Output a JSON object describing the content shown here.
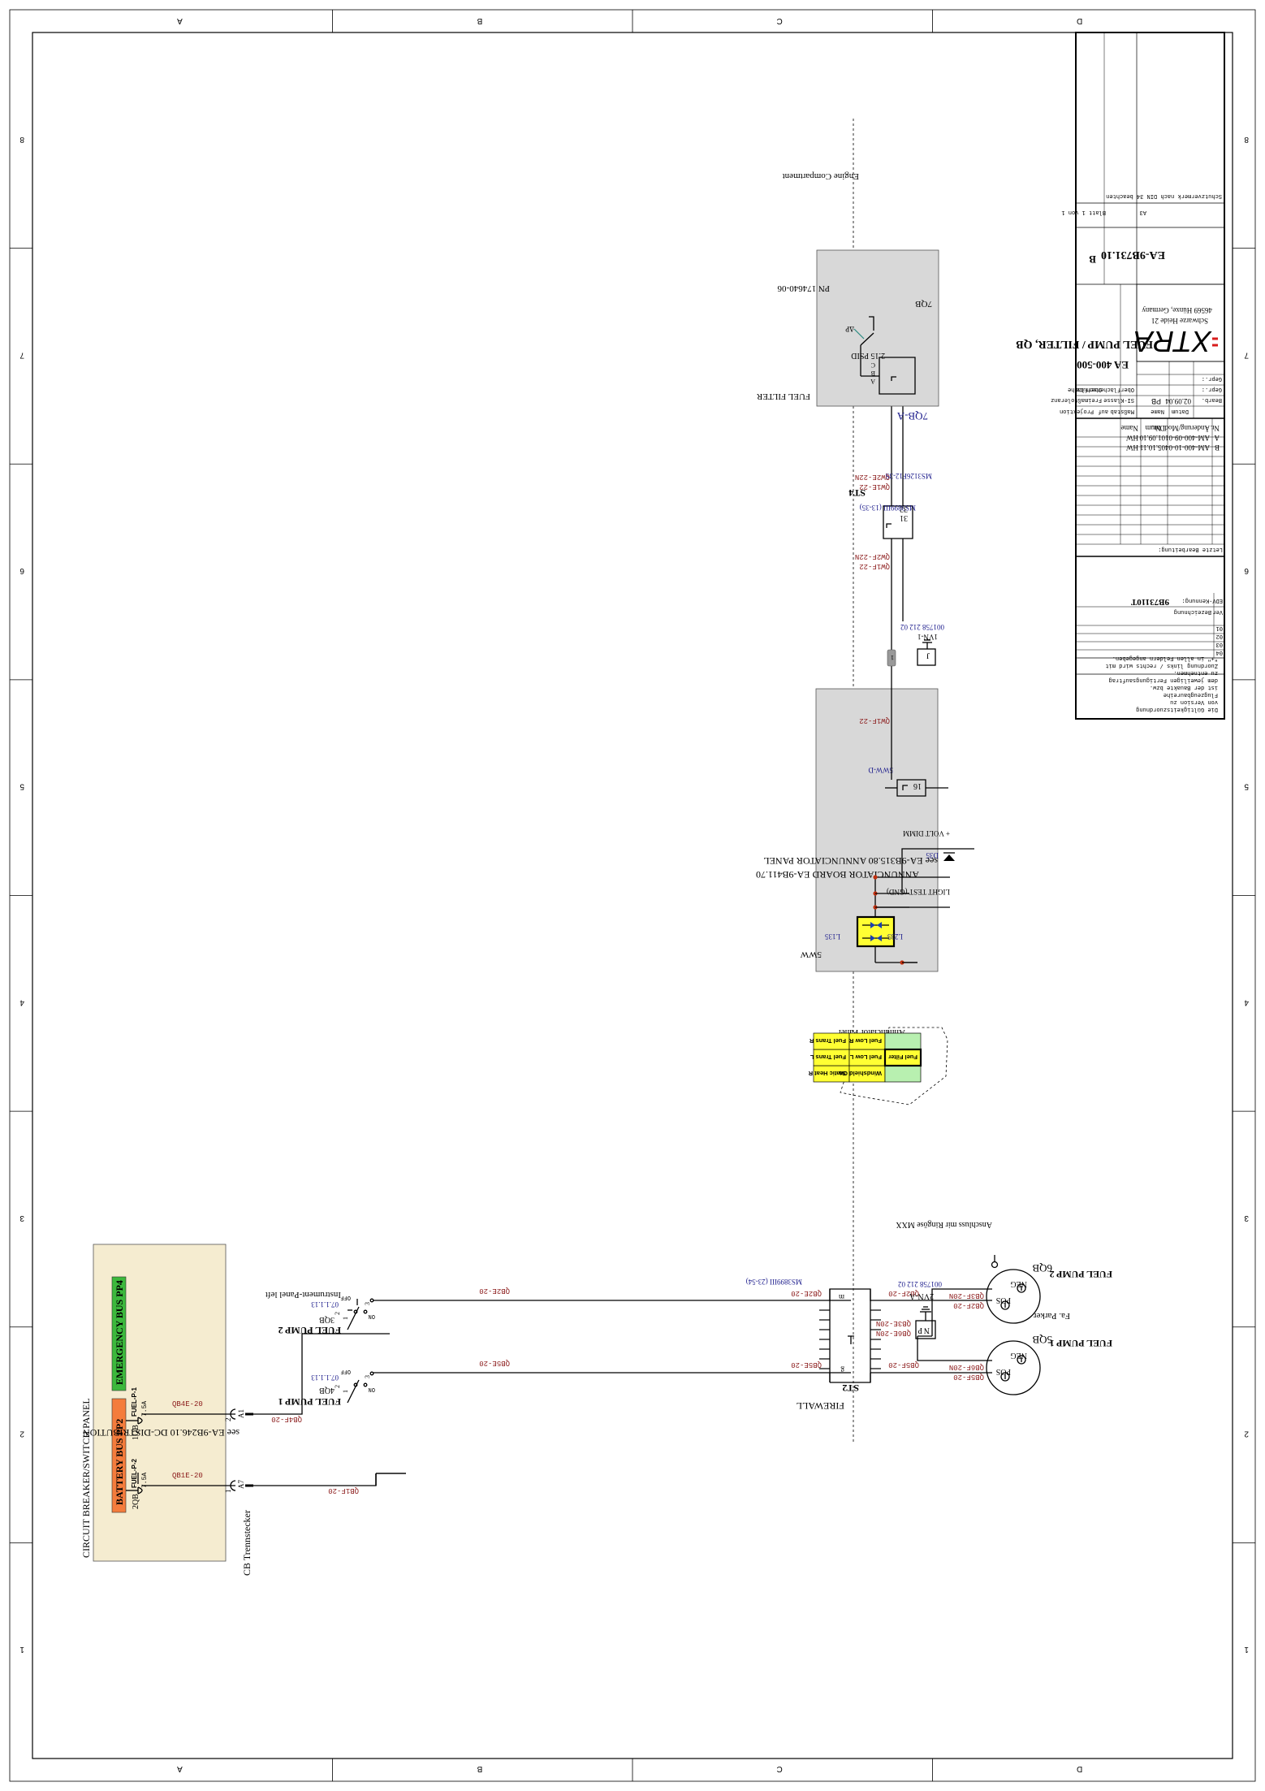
{
  "frame": {
    "columns": [
      "1",
      "2",
      "3",
      "4",
      "5",
      "6",
      "7",
      "8"
    ],
    "rows": [
      "A",
      "B",
      "C",
      "D"
    ]
  },
  "breaker_panel": {
    "title": "CIRCUIT BREAKER/SWITCH PANEL",
    "battery_bus": "BATTERY BUS PP2",
    "emergency_bus": "EMERGENCY BUS PP4",
    "battery_bus_color": "#f47c3c",
    "emergency_bus_color": "#3cb83c",
    "panel_color": "#f5ecd0",
    "cb2_ref": "2QB",
    "cb2_name": "FUEL-P-2",
    "cb2_amp": "7.5A",
    "cb1_ref": "1QB",
    "cb1_name": "FUEL-P-1",
    "cb1_amp": "7.5A",
    "wire_qb1e": "QB1E-20",
    "wire_qb4e": "QB4E-20",
    "note": "see EA-9B246.10 DC-DISTRIBUTION",
    "trennstecker": "CB Trennstecker",
    "pin_a7": "A7",
    "pin_a1": "A1",
    "pin_1": "1",
    "pin_2": "2"
  },
  "switches": {
    "sw1_title": "FUEL PUMP 1",
    "sw1_ref": "4QB",
    "sw1_code": "07.1.1.13",
    "sw2_title": "FUEL PUMP 2",
    "sw2_ref": "3QB",
    "sw2_code": "07.1.1.13",
    "off": "OFF",
    "on": "ON",
    "p1": "1",
    "p2": "2",
    "p3": "3",
    "panel_note": "Instrument-Panel left",
    "wire_qb4f": "QB4F-20",
    "wire_qb1f": "QB1F-20",
    "wire_qb5e": "QB5E-20",
    "wire_qb2e": "QB2E-20"
  },
  "firewall": {
    "label": "FIREWALL",
    "connector": "ST2",
    "pin_g": "g",
    "pin_m": "m",
    "part": "MS3899III (23-54)",
    "wire_qb5e": "QB5E-20",
    "wire_qb2e": "QB2E-20",
    "wire_qb5f": "QB5F-20",
    "wire_qb2f": "QB2F-20"
  },
  "pumps": {
    "pump1_title": "FUEL PUMP 1",
    "pump1_ref": "5QB",
    "pump2_title": "FUEL PUMP 2",
    "pump2_ref": "6QB",
    "maker": "Fa. Parker",
    "pos": "POS",
    "neg": "NEG",
    "ring_note": "Anschluss mir Ringöse MXX",
    "wire_qb5f": "QB5F-20",
    "wire_qb6f": "QB6F-20N",
    "wire_qb2f": "QB2F-20",
    "wire_qb3f": "QB3F-20N",
    "gnd_wire1": "QB6E-20N",
    "gnd_wire2": "QB3E-20N",
    "gnd_ref": "2VN-A",
    "gnd_part": "001758 212 02",
    "gnd_n": "N",
    "gnd_p": "P"
  },
  "filter": {
    "compartment": "Engine Compartment",
    "title": "FUEL FILTER",
    "pn": "PN 174640-06",
    "psid": "2.15 PSID",
    "ref": "7QB",
    "conn": "7QB-A",
    "conn_part": "MS3126F12-3S",
    "a": "A",
    "b": "B",
    "c": "C",
    "dp": "ΔP",
    "wire_qw1e": "QW1E-22",
    "wire_qw2e": "QW2E-22N"
  },
  "st4": {
    "connector": "ST4",
    "pin31": "31",
    "pin32": "32",
    "part": "MS3899III (13-35)",
    "wire_qw1f": "QW1F-22",
    "wire_qw2f": "QW2F-22N",
    "splice": "1",
    "gnd_ref": "1VN-1",
    "gnd_part": "001758 212 02",
    "gnd_j": "J",
    "wire_qw1f_b": "QW1F-22"
  },
  "annunciator": {
    "conn": "5WW-D",
    "pin16": "16",
    "ref": "5WW",
    "d35": "D35",
    "light_test": "LIGHT TEST (GND)",
    "volt": "+ VOLT DIMM",
    "l135": "L135",
    "l235": "L235",
    "board": "ANNUNCIATOR BOARD EA-9B411.70",
    "panel_note": "see EA-9B315.80 ANNUNCIATOR PANEL",
    "panel_color": "#d8d8d8",
    "lamp_color": "#ffff33"
  },
  "ann_panel": {
    "title": "Annunciator Panel",
    "row1": [
      "Static Heat R",
      "Fuel Trans L",
      "Fuel Trans R"
    ],
    "row2": [
      "Windshield On",
      "Fuel Low L",
      "Fuel Low R"
    ],
    "row3": [
      "",
      "Fuel Filter",
      ""
    ],
    "yellow": "#ffff33",
    "green": "#b8f0b0"
  },
  "title_block": {
    "validity": [
      "Die Gültigkeitszuordnung",
      "von Version zu",
      "Flugzeugbaureihe",
      "ist der Bauakte bzw.",
      "dem jeweiligen Fertigungsauftrag",
      "zu entnehmen."
    ],
    "zuordnung": [
      "Zuordnung links / rechts wird mit",
      "\"+\" in allen Feldern angegeben."
    ],
    "rows": [
      "04",
      "03",
      "02",
      "01"
    ],
    "ver_label": "Ver.",
    "bez_label": "Bezeichnung",
    "edv_label": "EDV-Kennung:",
    "edv_value": "9B73110T",
    "last_edit": "Letzte Bearbeitung:",
    "rev_b": [
      "B",
      "AM-400-10-04",
      "05.10.11",
      "HW"
    ],
    "rev_a": [
      "A",
      "AM-400-09-01",
      "01.09.10",
      "HW"
    ],
    "rev_head": [
      "Nr.",
      "Änderung/Mod. Nr.",
      "Datum",
      "Name"
    ],
    "head_datum": "Datum",
    "head_name": "Name",
    "bearb": "Bearb.",
    "bearb_date": "02.09.04",
    "bearb_name": "PB",
    "gepr1": "Gepr.:",
    "gepr2": "Gepr.:",
    "logo": "XTRA",
    "address1": "Schwarze Heide 21",
    "address2": "46569 Hünxe, Germany",
    "massstab": "Maßstab",
    "auf": "auf",
    "projektion": "Projektion",
    "si_klasse": "SI-Klasse",
    "freimass": "Freimaßtoleranz",
    "oberfl": "Oberflächenschutz",
    "oberflaeche": "Oberfläche",
    "project": "EA 400-500",
    "sheet_title": "FUEL PUMP / FILTER, QB",
    "drawing_no": "EA-9B731.10",
    "rev": "B",
    "format": "A3",
    "blatt": "Blatt 1  von 1",
    "schutz": "Schutzvermerk nach DIN 34 beachten"
  }
}
